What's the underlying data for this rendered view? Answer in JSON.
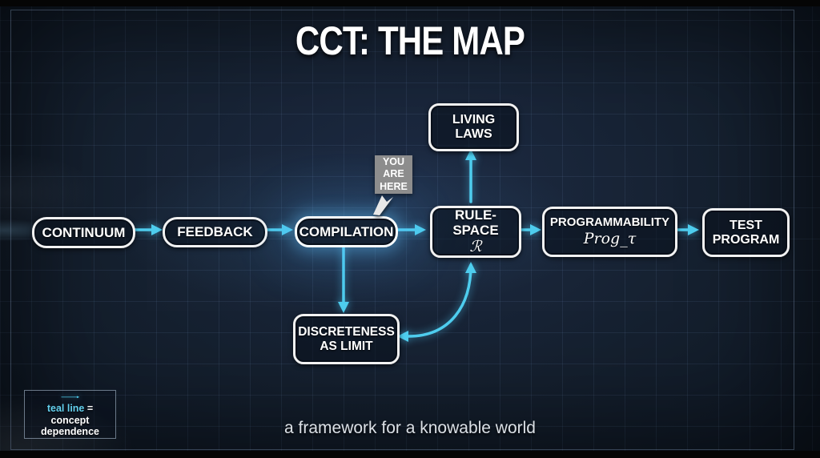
{
  "title": "CCT: THE MAP",
  "caption": "a framework for a knowable world",
  "you_are_here": {
    "label": "YOU ARE HERE"
  },
  "nodes": {
    "continuum": {
      "label": "CONTINUUM"
    },
    "feedback": {
      "label": "FEEDBACK"
    },
    "compilation": {
      "label": "COMPILATION",
      "highlighted": true
    },
    "rule_space": {
      "label": "RULE-SPACE",
      "symbol": "ℛ"
    },
    "programmability": {
      "label": "PROGRAMMABILITY",
      "symbol": "Prog_τ"
    },
    "test_program": {
      "line1": "TEST",
      "line2": "PROGRAM"
    },
    "living_laws": {
      "line1": "LIVING",
      "line2": "LAWS"
    },
    "discreteness": {
      "line1": "DISCRETENESS",
      "line2": "AS LIMIT"
    }
  },
  "edges": [
    {
      "from": "continuum",
      "to": "feedback",
      "shape": "straight"
    },
    {
      "from": "feedback",
      "to": "compilation",
      "shape": "straight"
    },
    {
      "from": "compilation",
      "to": "rule_space",
      "shape": "straight"
    },
    {
      "from": "rule_space",
      "to": "programmability",
      "shape": "straight"
    },
    {
      "from": "programmability",
      "to": "test_program",
      "shape": "straight"
    },
    {
      "from": "rule_space",
      "to": "living_laws",
      "shape": "straight-up"
    },
    {
      "from": "compilation",
      "to": "discreteness",
      "shape": "straight-down"
    },
    {
      "from": "discreteness",
      "to": "rule_space",
      "shape": "curved",
      "bidirectional": true
    }
  ],
  "legend": {
    "teal_text": "teal line",
    "rest_text": "= concept dependence"
  },
  "colors": {
    "background": "#15202f",
    "accent_teal": "#4ecdee",
    "node_border": "#f2f2f2",
    "you_are_here_bg": "#8d8d8d",
    "grid_line": "#2c3e5c"
  }
}
